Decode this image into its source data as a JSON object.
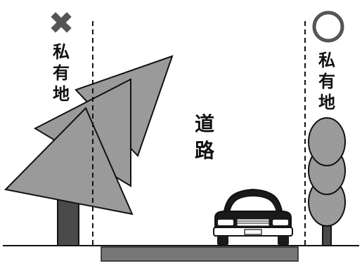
{
  "left_property": {
    "mark": "✖",
    "label_chars": [
      "私",
      "有",
      "地"
    ],
    "mark_color": "#555555"
  },
  "right_property": {
    "mark": "◯",
    "label_chars": [
      "私",
      "有",
      "地"
    ],
    "mark_color": "#555555"
  },
  "road": {
    "label_chars": [
      "道",
      "路"
    ]
  },
  "colors": {
    "tree_fill": "#9a9a9a",
    "trunk": "#4a4a4a",
    "shrub_fill": "#9b9b9b",
    "car_body": "#1a1a1a",
    "road_strip": "#777777"
  }
}
